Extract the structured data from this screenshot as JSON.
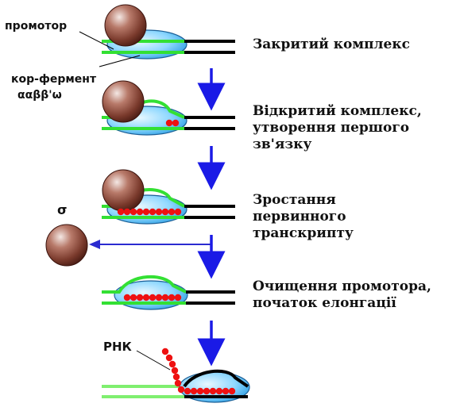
{
  "labels": {
    "promoter": "промотор",
    "core_enzyme_line1": "кор-фермент",
    "core_enzyme_line2": "ααββ'ω",
    "sigma": "σ",
    "rna": "РНК"
  },
  "stages": [
    {
      "lines": [
        "Закритий комплекс"
      ]
    },
    {
      "lines": [
        "Відкритий комплекс,",
        "утворення першого",
        "зв'язку"
      ]
    },
    {
      "lines": [
        "Зростання",
        "первинного",
        "транскрипту"
      ]
    },
    {
      "lines": [
        "Очищення промотора,",
        "початок елонгації"
      ]
    }
  ],
  "colors": {
    "dna_green": "#33e033",
    "dna_light_green": "#7fef6f",
    "dna_black": "#000000",
    "enzyme_blue": "#66ccff",
    "sigma_brown": "#8b4a3c",
    "rna_red": "#ee1111",
    "arrow_blue": "#1a1ae6",
    "sigma_arrow": "#2b2bd0"
  }
}
